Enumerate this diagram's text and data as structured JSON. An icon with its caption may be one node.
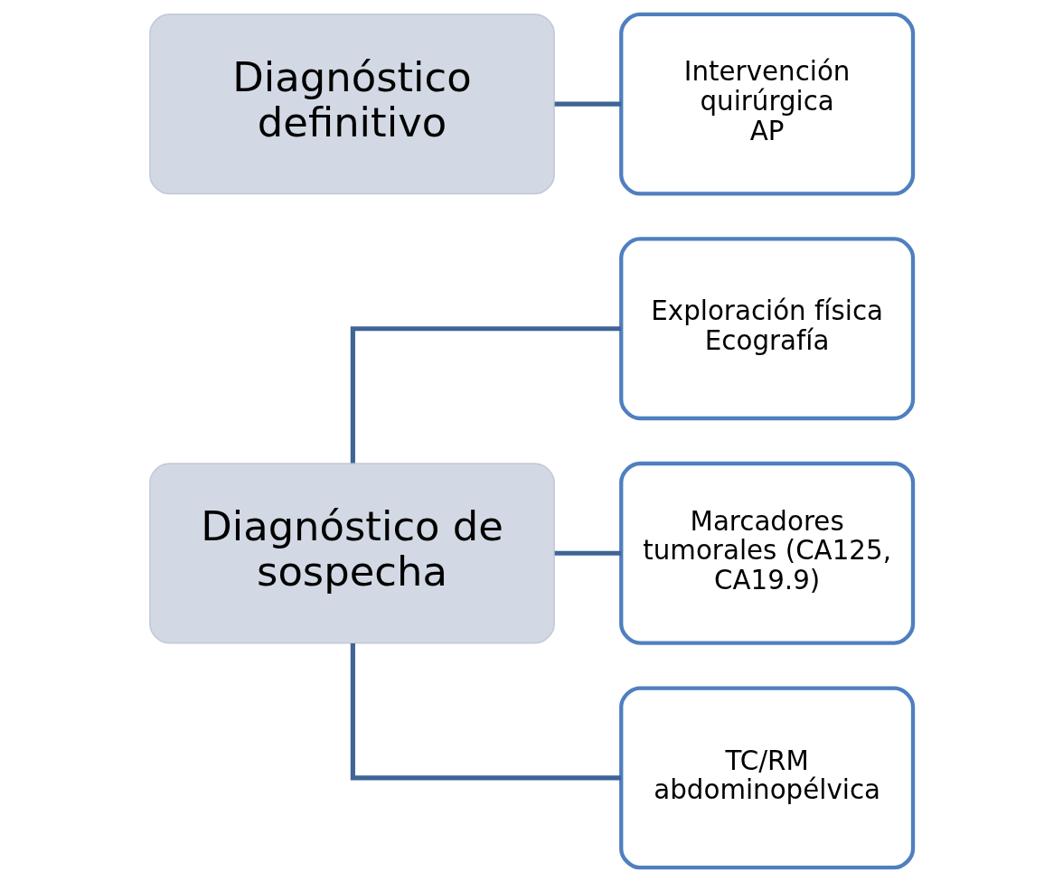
{
  "diagram": {
    "nodes": [
      {
        "text": [
          "Diagnóstico de sospecha"
        ]
      },
      {
        "text": [
          "Exploración física",
          "Ecografía"
        ]
      },
      {
        "text": [
          "Marcadores tumorales (CA125, CA19.9)"
        ]
      },
      {
        "text": [
          "TC/RM abdominopélvica"
        ]
      },
      {
        "text": [
          "Diagnóstico definitivo"
        ]
      },
      {
        "text": [
          "Intervención quirúrgica",
          "AP"
        ]
      }
    ],
    "edges": [
      {
        "from": 0,
        "to": 1,
        "arrow": "none"
      },
      {
        "from": 0,
        "to": 2,
        "arrow": "none"
      },
      {
        "from": 0,
        "to": 3,
        "arrow": "none"
      },
      {
        "from": 4,
        "to": 5,
        "arrow": "none"
      }
    ]
  }
}
